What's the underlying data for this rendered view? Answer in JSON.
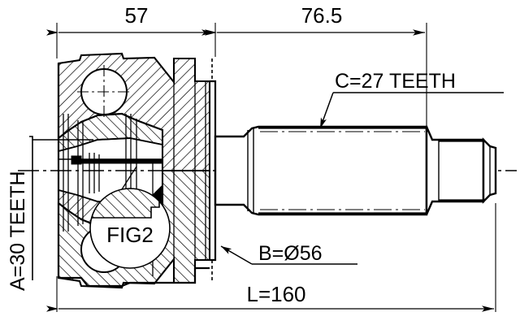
{
  "drawing": {
    "type": "engineering-cross-section",
    "subject": "cv-joint-assembly",
    "units": "mm",
    "background_color": "#ffffff",
    "line_color": "#000000"
  },
  "dimensions": {
    "top_left": {
      "label": "57",
      "name": "outer-joint-length-dimension"
    },
    "top_right": {
      "label": "76.5",
      "name": "shaft-length-dimension"
    },
    "bottom": {
      "label": "L=160",
      "name": "overall-length-dimension"
    },
    "left_vertical": {
      "label": "A=30 TEETH",
      "name": "inner-spline-teeth-dimension"
    }
  },
  "callouts": {
    "spline_teeth": {
      "label": "C=27 TEETH",
      "name": "outer-spline-teeth-callout"
    },
    "outer_diameter": {
      "label": "B=Ø56",
      "name": "outer-diameter-callout"
    },
    "detail_circle": {
      "label": "FIG2",
      "name": "detail-view-reference"
    }
  },
  "chart_data": {
    "type": "table",
    "title": "CV Joint Dimensional Specification",
    "categories": [
      "57",
      "76.5",
      "L=160",
      "A=30 TEETH",
      "C=27 TEETH",
      "B=Ø56"
    ],
    "values": [
      57,
      76.5,
      160,
      30,
      27,
      56
    ],
    "xlabel": "",
    "ylabel": ""
  }
}
